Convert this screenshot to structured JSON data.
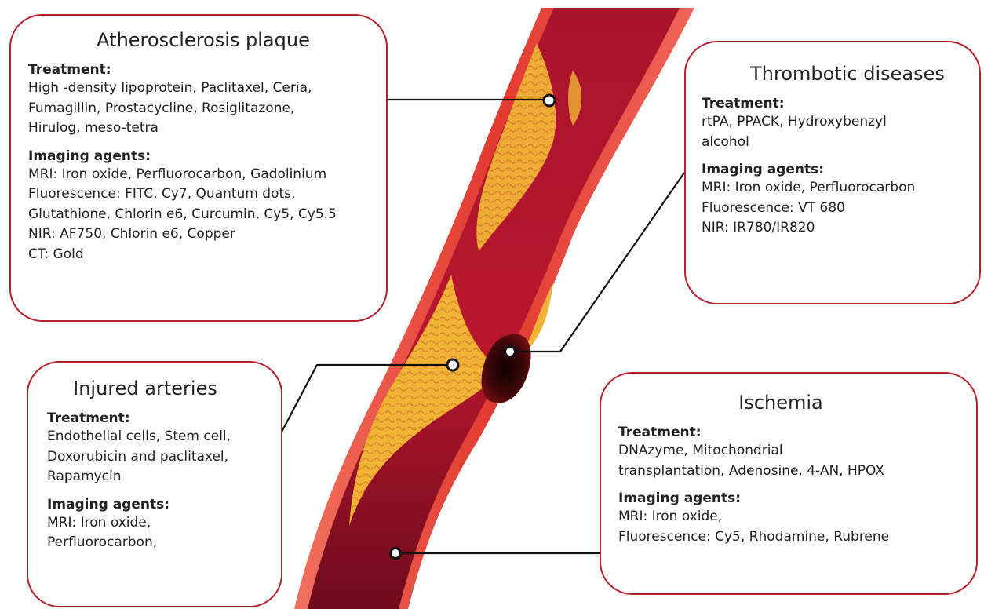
{
  "callouts": {
    "atherosclerosis": {
      "title": "Atherosclerosis plaque",
      "treatment_heading": "Treatment:",
      "treatment_lines": [
        "High -density lipoprotein, Paclitaxel, Ceria,",
        "Fumagillin, Prostacycline, Rosiglitazone,",
        "Hirulog, meso-tetra"
      ],
      "imaging_heading": "Imaging agents:",
      "imaging_lines": [
        "MRI: Iron oxide, Perfluorocarbon, Gadolinium",
        "Fluorescence: FITC, Cy7, Quantum dots,",
        "Glutathione, Chlorin e6, Curcumin, Cy5, Cy5.5",
        "NIR: AF750, Chlorin e6, Copper",
        "CT: Gold"
      ]
    },
    "thrombotic": {
      "title": "Thrombotic diseases",
      "treatment_heading": "Treatment:",
      "treatment_lines": [
        "rtPA, PPACK, Hydroxybenzyl",
        "alcohol"
      ],
      "imaging_heading": "Imaging agents:",
      "imaging_lines": [
        "MRI: Iron oxide, Perfluorocarbon",
        "Fluorescence: VT 680",
        "NIR: IR780/IR820"
      ]
    },
    "injured": {
      "title": "Injured arteries",
      "treatment_heading": "Treatment:",
      "treatment_lines": [
        "Endothelial cells, Stem cell,",
        "Doxorubicin and paclitaxel,",
        "Rapamycin"
      ],
      "imaging_heading": "Imaging agents:",
      "imaging_lines": [
        "MRI: Iron oxide,",
        "Perfluorocarbon,"
      ]
    },
    "ischemia": {
      "title": "Ischemia",
      "treatment_heading": "Treatment:",
      "treatment_lines": [
        "DNAzyme, Mitochondrial",
        "transplantation, Adenosine, 4-AN, HPOX"
      ],
      "imaging_heading": "Imaging agents:",
      "imaging_lines": [
        "MRI: Iron oxide,",
        "Fluorescence: Cy5, Rhodamine, Rubrene"
      ]
    }
  },
  "colors": {
    "border": "#b3212a",
    "vessel_wall": "#e8443a",
    "blood": "#b0152b",
    "plaque": "#f0b230",
    "thrombus": "#3a0608"
  }
}
